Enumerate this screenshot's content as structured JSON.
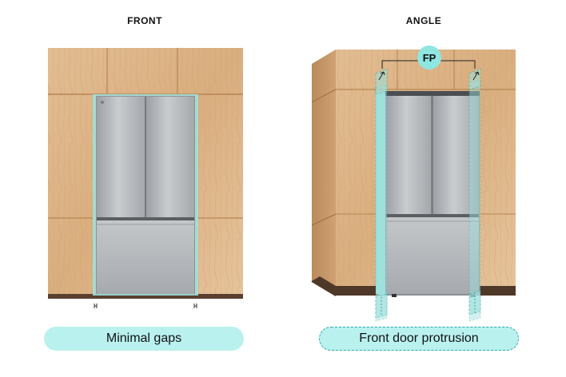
{
  "views": {
    "front": {
      "title": "FRONT",
      "caption": "Minimal gaps"
    },
    "angle": {
      "title": "ANGLE",
      "caption": "Front door protrusion",
      "badge": "FP"
    }
  },
  "colors": {
    "wood": "#ddb487",
    "wood_dark": "#b98a5c",
    "steel": "#a9adb1",
    "steel_light": "#c7cacd",
    "teal_gap": "#9ee0dc",
    "pill_fill": "#b9f1ef",
    "pill_border": "#2fa9a6"
  }
}
